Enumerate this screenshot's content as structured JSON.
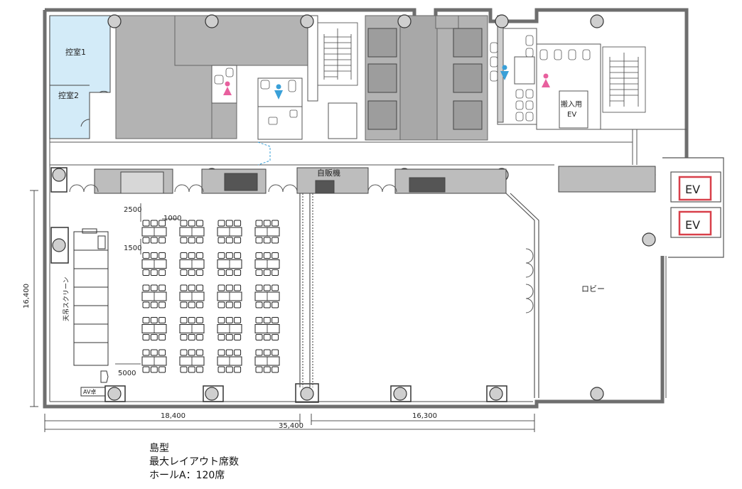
{
  "rooms": {
    "waiting1": "控室1",
    "waiting2": "控室2",
    "vending": "自販機",
    "freight_ev": [
      "搬入用",
      "EV"
    ],
    "lobby": "ロビー",
    "ev": [
      "EV",
      "EV"
    ],
    "screen": "天吊スクリーン",
    "av_desk": "AV卓"
  },
  "spacing": {
    "d2500": "2500",
    "d1000": "1000",
    "d1500": "1500",
    "d5000": "5000"
  },
  "dimensions": {
    "height": "16,400",
    "left_width": "18,400",
    "right_width": "16,300",
    "total_width": "35,400"
  },
  "caption": {
    "line1": "島型",
    "line2": "最大レイアウト席数",
    "line3": "ホールA：120席"
  },
  "layout": {
    "style": "island",
    "table_columns": 4,
    "table_rows": 5,
    "seats_per_island": 6,
    "total_seats": 120
  },
  "colors": {
    "wall": "#6e6e6e",
    "core": "#b3b3b3",
    "waiting_room": "#d3ebf8",
    "ev_red": "#d8404a",
    "toilet_male": "#3aa0d8",
    "toilet_female": "#e8609e"
  }
}
